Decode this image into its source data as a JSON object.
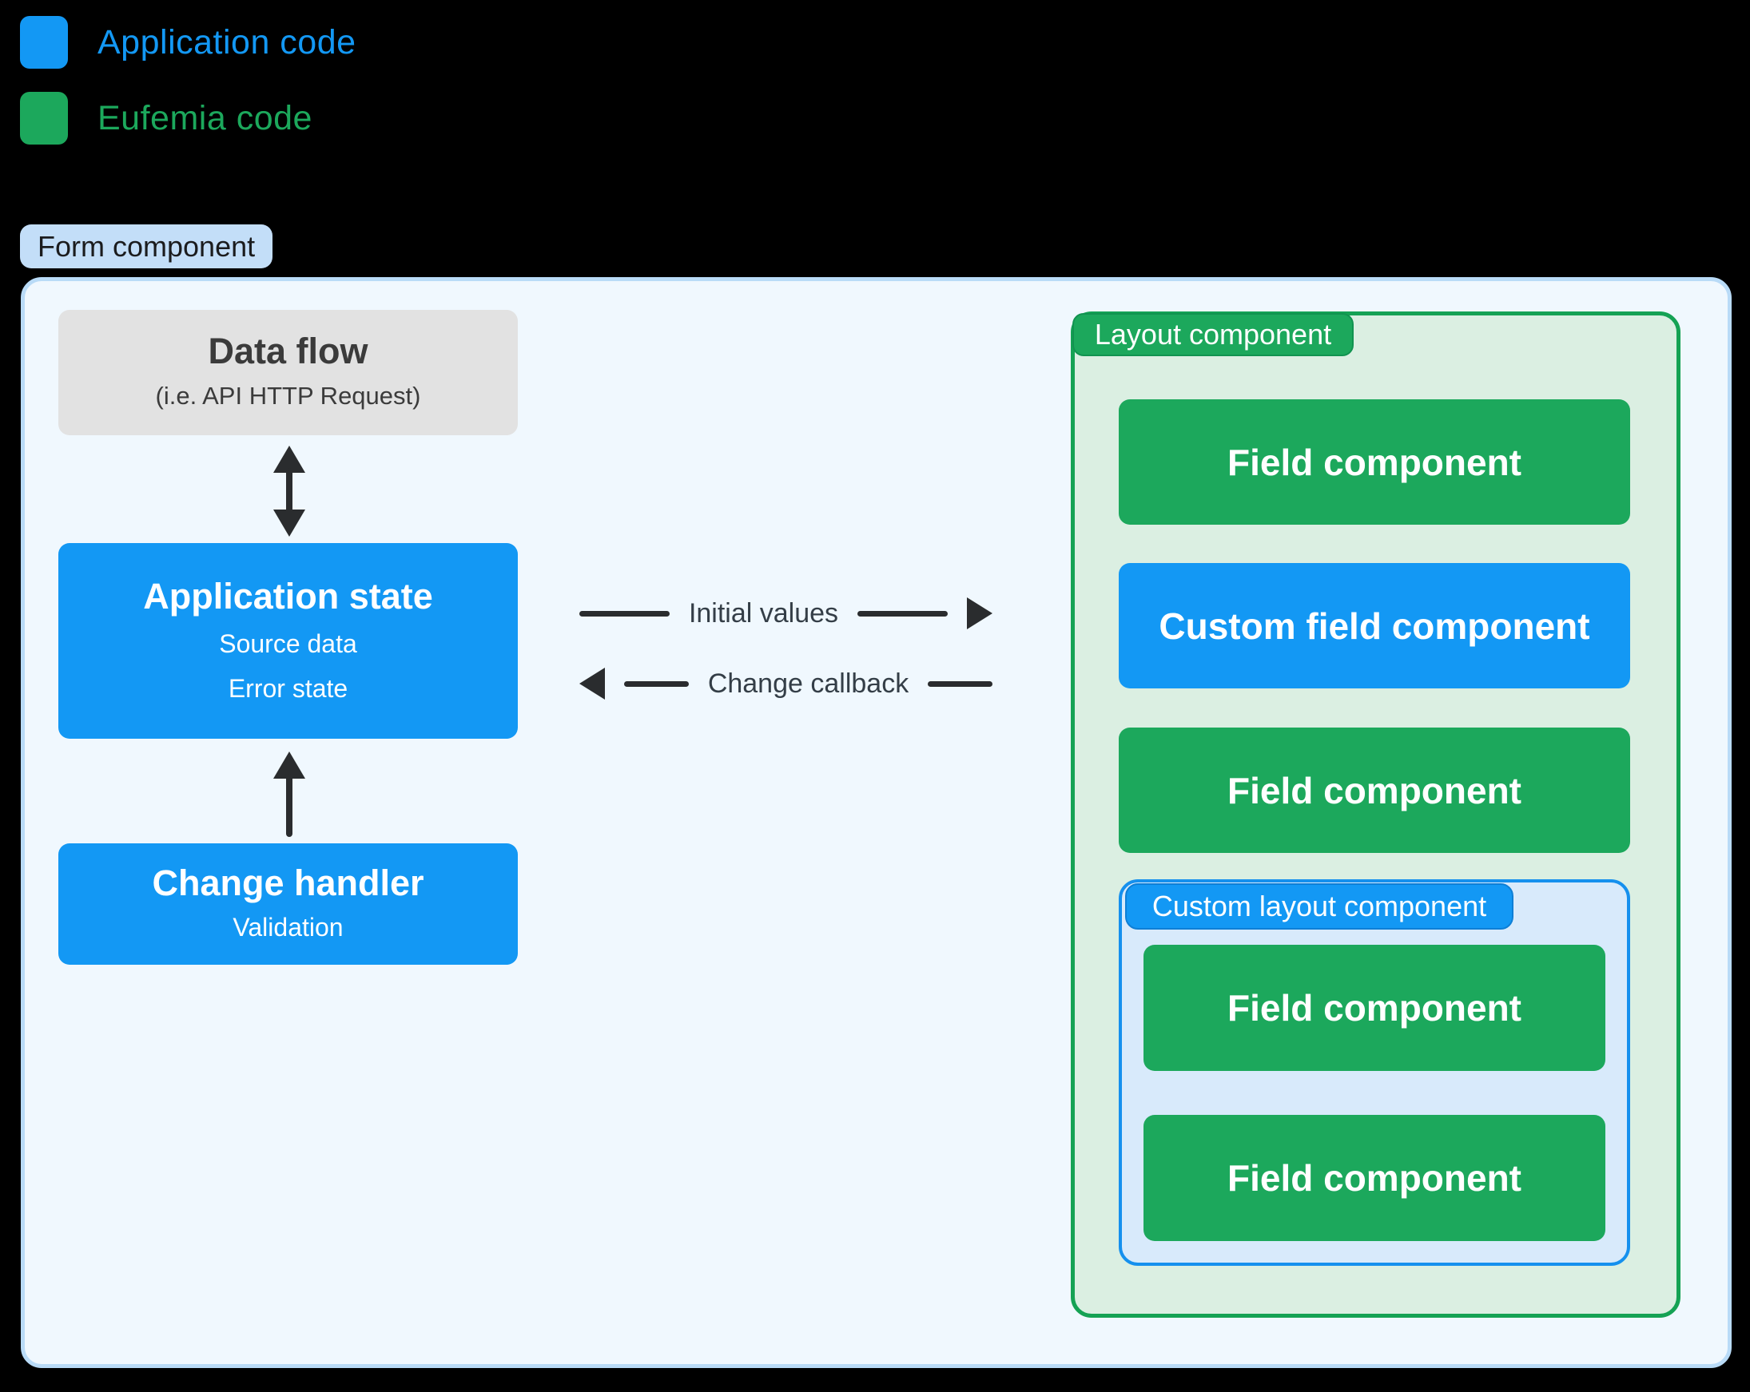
{
  "colors": {
    "application_blue": "#1398F4",
    "eufemia_green": "#1CA85C",
    "green_border": "#15A254",
    "light_green_bg": "#DBEFE2",
    "light_blue_bg": "#D8EAFB",
    "blue_border": "#1590EE",
    "container_bg": "#F0F8FE",
    "container_border": "#B9DBF7",
    "form_badge_bg": "#C3DEF8",
    "gray_box_bg": "#E2E2E2",
    "gray_text": "#3B3B3B",
    "arrow_ink": "#2A2C2E",
    "arrow_label_text": "#343E47"
  },
  "legend": {
    "items": [
      {
        "label": "Application code",
        "color": "application_blue"
      },
      {
        "label": "Eufemia code",
        "color": "eufemia_green"
      }
    ]
  },
  "form_badge": {
    "label": "Form component"
  },
  "diagram": {
    "data_flow": {
      "title": "Data flow",
      "subtitle": "(i.e. API HTTP Request)"
    },
    "application_state": {
      "title": "Application state",
      "lines": [
        "Source data",
        "Error state"
      ]
    },
    "change_handler": {
      "title": "Change handler",
      "lines": [
        "Validation"
      ]
    },
    "flows": {
      "initial_values": {
        "label": "Initial values",
        "direction": "right"
      },
      "change_callback": {
        "label": "Change callback",
        "direction": "left"
      }
    }
  },
  "layout_component": {
    "badge": {
      "label": "Layout component"
    },
    "fields": [
      {
        "label": "Field component",
        "kind": "eufemia"
      },
      {
        "label": "Custom field component",
        "kind": "application"
      },
      {
        "label": "Field component",
        "kind": "eufemia"
      }
    ],
    "custom_layout_component": {
      "badge": {
        "label": "Custom layout component"
      },
      "fields": [
        {
          "label": "Field component"
        },
        {
          "label": "Field component"
        }
      ]
    }
  }
}
